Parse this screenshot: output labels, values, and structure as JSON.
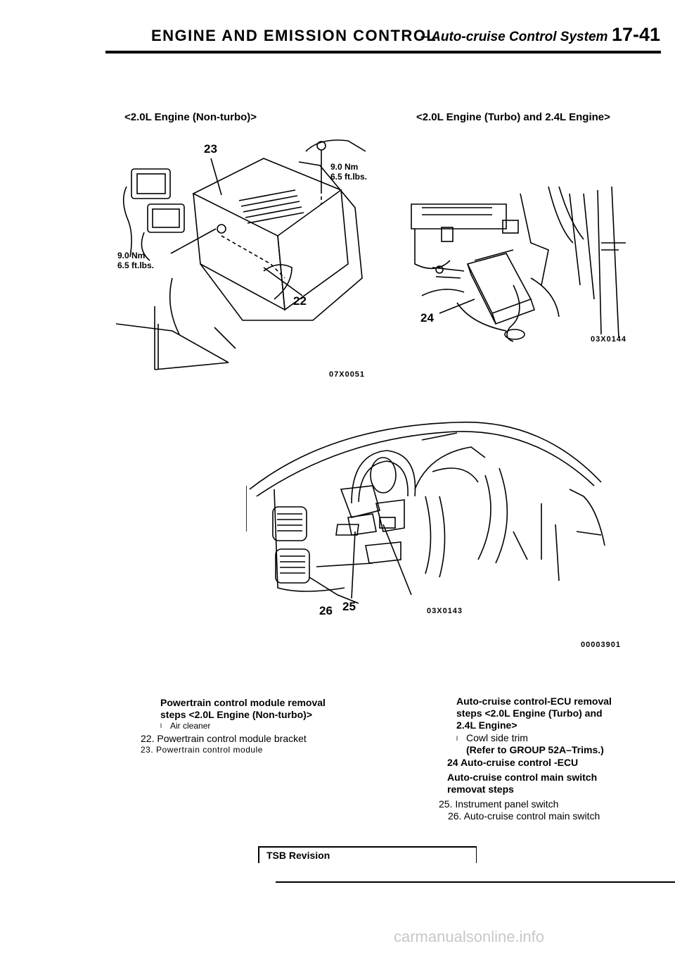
{
  "header": {
    "section_title": "ENGINE AND EMISSION CONTROL",
    "subsection_title": "– Auto-cruise Control System",
    "page_number": "17-41"
  },
  "figures": {
    "left_caption": "<2.0L Engine (Non-turbo)>",
    "right_caption": "<2.0L Engine (Turbo) and 2.4L Engine>",
    "fig1": {
      "callout_23": "23",
      "callout_22": "22",
      "torque_top": [
        "9.0 Nm",
        "6.5 ft.lbs."
      ],
      "torque_left": [
        "9.0 Nm",
        "6.5 ft.lbs."
      ],
      "code": "07X0051"
    },
    "fig2": {
      "callout_24": "24",
      "code": "03X0144"
    },
    "fig3": {
      "callout_25": "25",
      "callout_26": "26",
      "code": "03X0143"
    },
    "page_code": "00003901"
  },
  "left_column": {
    "title_line1": "Powertrain control module removal",
    "title_line2": "steps <2.0L Engine (Non-turbo)>",
    "bullet": "Air cleaner",
    "item22": "22. Powertrain control module bracket",
    "item23": "23. Powertrain control module"
  },
  "right_column": {
    "title_line1": "Auto-cruise control-ECU removal",
    "title_line2": "steps <2.0L Engine (Turbo) and",
    "title_line3": "2.4L Engine>",
    "bullet": "Cowl side trim",
    "bullet_ref": "(Refer to GROUP 52A–Trims.)",
    "item24": "24 Auto-cruise control -ECU",
    "switch_title_line1": "Auto-cruise control main switch",
    "switch_title_line2": "removat steps",
    "item25": "25. Instrument panel switch",
    "item26": "26. Auto-cruise control main switch"
  },
  "footer": {
    "tsb_label": "TSB Revision",
    "watermark": "carmanualsonline.info"
  }
}
